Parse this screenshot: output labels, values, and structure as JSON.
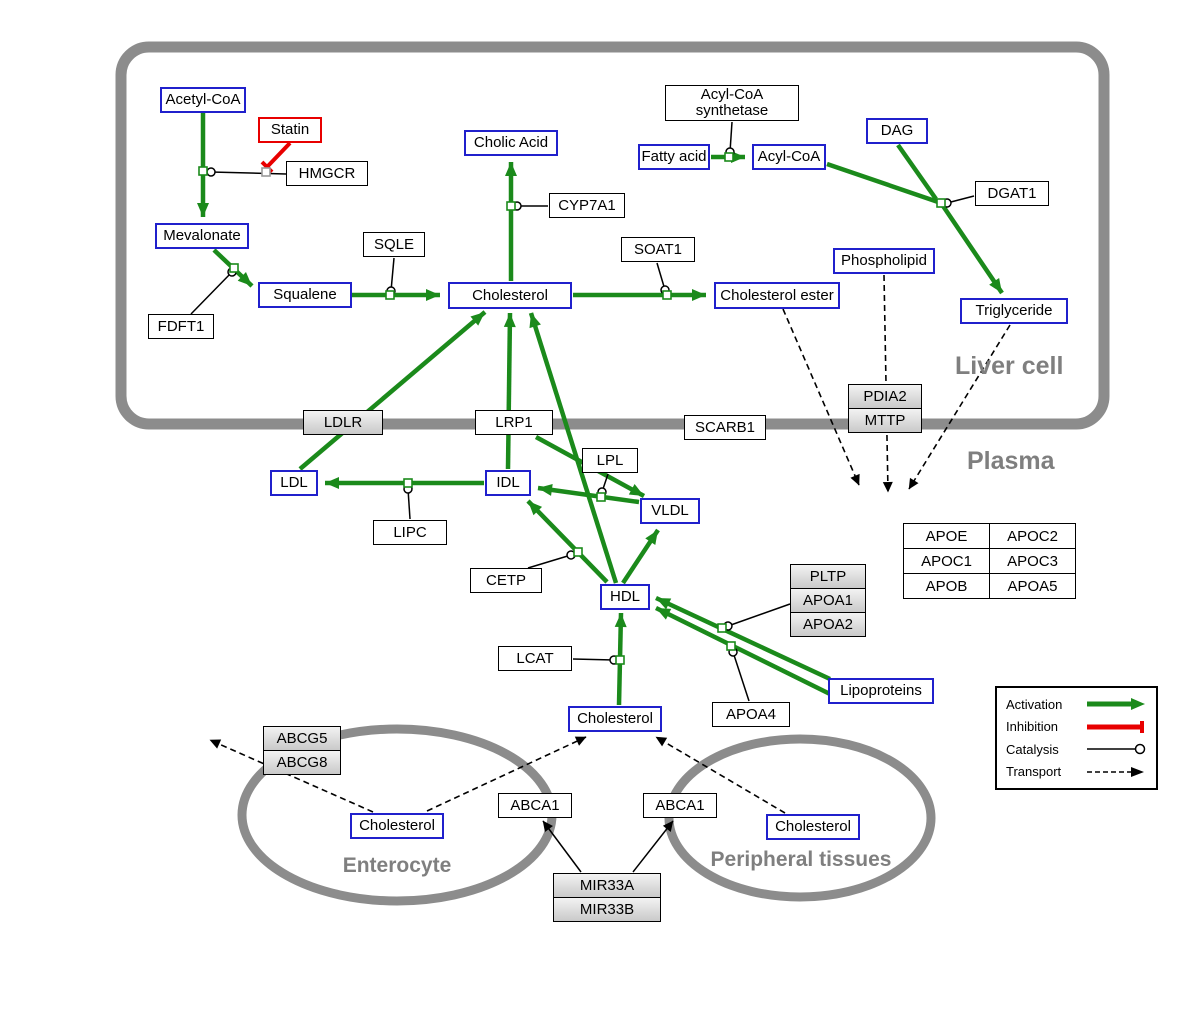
{
  "diagram_labels": {
    "liver": "Liver cell",
    "plasma": "Plasma",
    "enterocyte": "Enterocyte",
    "peripheral_tissues": "Peripheral tissues"
  },
  "nodes": {
    "acetyl_coa": "Acetyl-CoA",
    "statin": "Statin",
    "hmgcr": "HMGCR",
    "mevalonate": "Mevalonate",
    "fdft1": "FDFT1",
    "squalene": "Squalene",
    "sqle": "SQLE",
    "cholic_acid": "Cholic Acid",
    "cyp7a1": "CYP7A1",
    "cholesterol_liver": "Cholesterol",
    "soat1": "SOAT1",
    "cholesterol_ester": "Cholesterol ester",
    "acyl_coa_synthetase": "Acyl-CoA synthetase",
    "fatty_acid": "Fatty acid",
    "acyl_coa": "Acyl-CoA",
    "dag": "DAG",
    "dgat1": "DGAT1",
    "phospholipid": "Phospholipid",
    "triglyceride": "Triglyceride",
    "ldlr": "LDLR",
    "lrp1": "LRP1",
    "scarb1": "SCARB1",
    "pdia2": "PDIA2",
    "mttp": "MTTP",
    "ldl": "LDL",
    "idl": "IDL",
    "lipc": "LIPC",
    "lpl": "LPL",
    "vldl": "VLDL",
    "cetp": "CETP",
    "hdl": "HDL",
    "lcat": "LCAT",
    "pltp": "PLTP",
    "apoa1": "APOA1",
    "apoa2": "APOA2",
    "apoa4": "APOA4",
    "lipoproteins": "Lipoproteins",
    "apoe": "APOE",
    "apoc1": "APOC1",
    "apob": "APOB",
    "apoc2": "APOC2",
    "apoc3": "APOC3",
    "apoa5": "APOA5",
    "cholesterol_plasma": "Cholesterol",
    "abcg5": "ABCG5",
    "abcg8": "ABCG8",
    "cholesterol_enterocyte": "Cholesterol",
    "abca1": "ABCA1",
    "cholesterol_peripheral": "Cholesterol",
    "mir33a": "MIR33A",
    "mir33b": "MIR33B"
  },
  "legend": {
    "activation": "Activation",
    "inhibition": "Inhibition",
    "catalysis": "Catalysis",
    "transport": "Transport"
  },
  "colors": {
    "activation": "#1b8a1b",
    "inhibition": "#e80000",
    "metabolite_border": "#2020cc",
    "compartment": "#8c8c8c"
  }
}
